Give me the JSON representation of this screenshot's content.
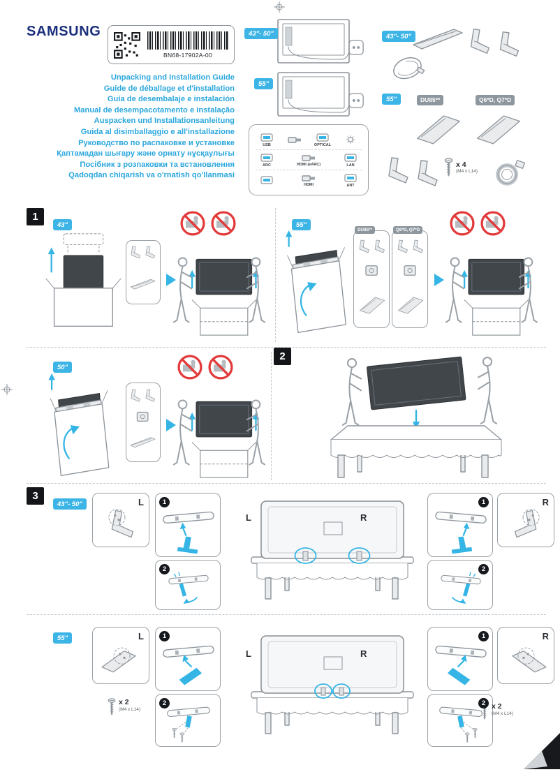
{
  "brand": "SAMSUNG",
  "part_number": "BN68-17902A-00",
  "titles": [
    "Unpacking and Installation Guide",
    "Guide de déballage et d'installation",
    "Guía de desembalaje e instalación",
    "Manual de desempacotamento e instalação",
    "Auspacken und Installationsanleitung",
    "Guida al disimballaggio e all'installazione",
    "Руководство по распаковке и установке",
    "Қаптамадан шығару және орнату нұсқаулығы",
    "Посібник з розпаковки та встановлення",
    "Qadoqdan chiqarish va o'rnatish qo'llanmasi"
  ],
  "badges": {
    "size_43_50": "43\"- 50\"",
    "size_55": "55\"",
    "size_43": "43\"",
    "size_50": "50\"",
    "model_du85": "DU85**",
    "model_q6_q7": "Q6*D, Q7*D"
  },
  "ports": {
    "usb": "USB",
    "optical": "OPTICAL",
    "arc": "ARC",
    "hdmi_earc": "HDMI (eARC)",
    "lan": "LAN",
    "hdmi": "HDMI",
    "ant": "ANT"
  },
  "hardware": {
    "screw_count_4": "x 4",
    "screw_count_2": "x 2",
    "screw_spec": "(M4 x L14)"
  },
  "sections": {
    "one": "1",
    "two": "2",
    "three": "3"
  },
  "steps": {
    "one": "1",
    "two": "2"
  },
  "labels": {
    "left": "L",
    "right": "R"
  },
  "colors": {
    "accent_cyan": "#35b5e5",
    "title_blue": "#2ba7dd",
    "badge_gray": "#8e979e",
    "prohibit_red": "#e23a3a",
    "brand_navy": "#1b2f7d"
  }
}
